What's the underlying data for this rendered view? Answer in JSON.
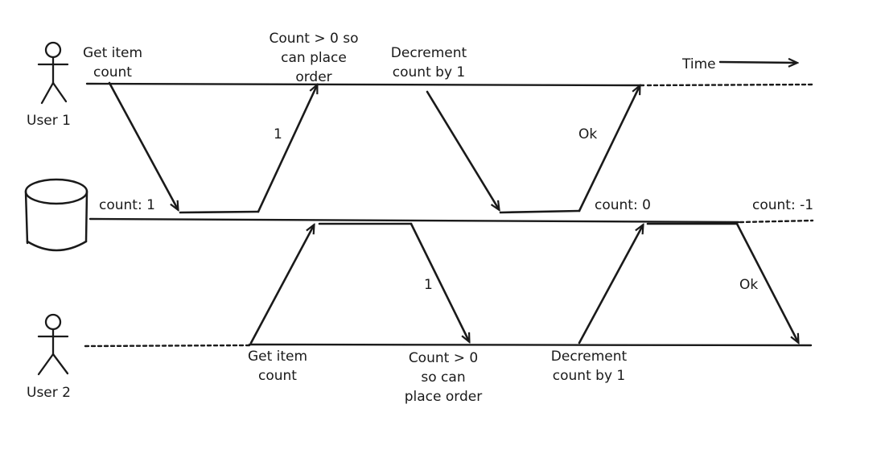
{
  "actors": {
    "user1": "User 1",
    "user2": "User 2"
  },
  "time_label": "Time",
  "db_counts": {
    "initial": "count: 1",
    "after_user1": "count: 0",
    "after_user2": "count: -1"
  },
  "user1_steps": {
    "get": [
      "Get item",
      "count"
    ],
    "check": [
      "Count > 0 so",
      "can place",
      "order"
    ],
    "decrement": [
      "Decrement",
      "count by 1"
    ],
    "read_result": "1",
    "ok": "Ok"
  },
  "user2_steps": {
    "get": [
      "Get item",
      "count"
    ],
    "check": [
      "Count > 0",
      "so can",
      "place order"
    ],
    "decrement": [
      "Decrement",
      "count by 1"
    ],
    "read_result": "1",
    "ok": "Ok"
  },
  "colors": {
    "ink": "#1a1a1a",
    "background": "#ffffff"
  }
}
